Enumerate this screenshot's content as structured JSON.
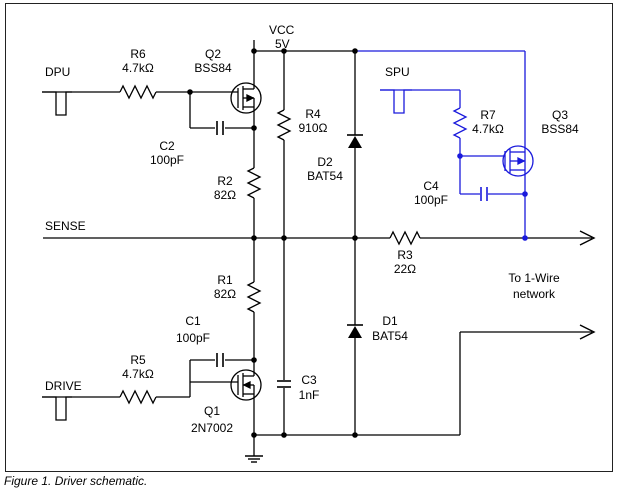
{
  "caption": "Figure 1. Driver schematic.",
  "colors": {
    "primary_wire": "#000000",
    "highlight_wire": "#1a1adc"
  },
  "nets": {
    "vcc": "VCC",
    "vcc_value": "5V",
    "dpu": "DPU",
    "spu": "SPU",
    "sense": "SENSE",
    "drive": "DRIVE",
    "network": [
      "To 1-Wire",
      "network"
    ]
  },
  "components": {
    "r6": {
      "ref": "R6",
      "value": "4.7kΩ"
    },
    "q2": {
      "ref": "Q2",
      "value": "BSS84"
    },
    "c2": {
      "ref": "C2",
      "value": "100pF"
    },
    "r4": {
      "ref": "R4",
      "value": "910Ω"
    },
    "r2": {
      "ref": "R2",
      "value": "82Ω"
    },
    "d2": {
      "ref": "D2",
      "value": "BAT54"
    },
    "r7": {
      "ref": "R7",
      "value": "4.7kΩ"
    },
    "q3": {
      "ref": "Q3",
      "value": "BSS84"
    },
    "c4": {
      "ref": "C4",
      "value": "100pF"
    },
    "r3": {
      "ref": "R3",
      "value": "22Ω"
    },
    "r1": {
      "ref": "R1",
      "value": "82Ω"
    },
    "c1": {
      "ref": "C1",
      "value": "100pF"
    },
    "d1": {
      "ref": "D1",
      "value": "BAT54"
    },
    "r5": {
      "ref": "R5",
      "value": "4.7kΩ"
    },
    "q1": {
      "ref": "Q1",
      "value": "2N7002"
    },
    "c3": {
      "ref": "C3",
      "value": "1nF"
    }
  }
}
